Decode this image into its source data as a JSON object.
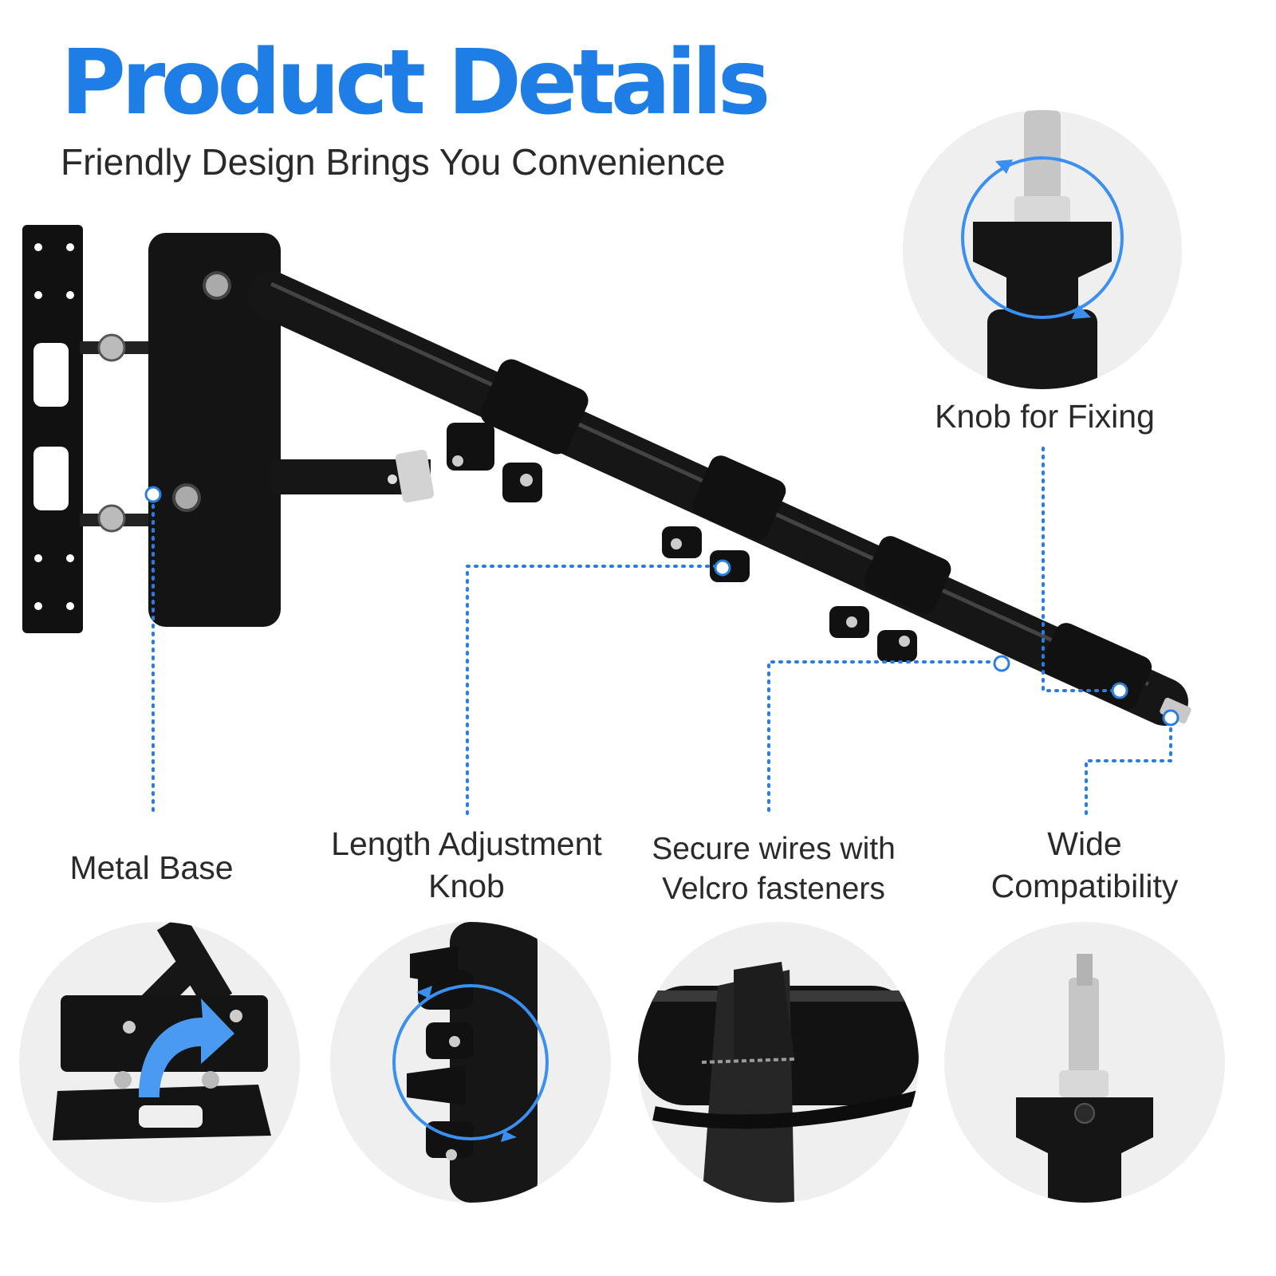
{
  "header": {
    "title": "Product Details",
    "subtitle": "Friendly Design Brings You Convenience"
  },
  "features": {
    "knob_fixing": "Knob for Fixing",
    "metal_base": "Metal Base",
    "length_knob": "Length Adjustment Knob",
    "velcro": "Secure wires with Velcro fasteners",
    "compat": "Wide Compatibility"
  },
  "colors": {
    "accent": "#1f7de6",
    "callout": "#2a7ee0",
    "text": "#2a2a2a",
    "circle_bg": "#efefef"
  }
}
